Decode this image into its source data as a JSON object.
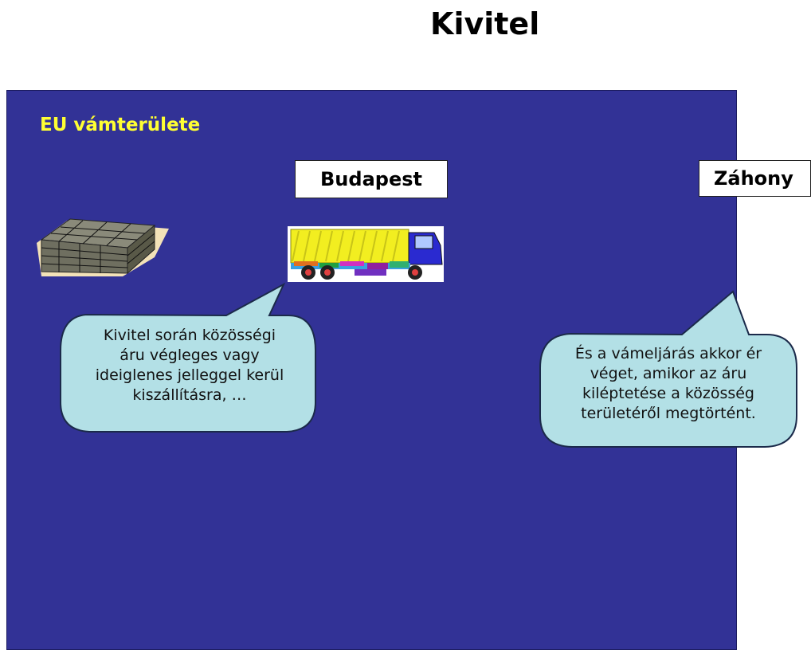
{
  "title": "Kivitel",
  "region": {
    "label": "EU vámterülete",
    "color": "#323296"
  },
  "places": {
    "origin": "Budapest",
    "border": "Záhony"
  },
  "bubbles": {
    "left": {
      "line1": "Kivitel során közösségi",
      "line2": "áru végleges vagy",
      "line3": "ideiglenes jelleggel kerül",
      "line4": "kiszállításra, …"
    },
    "right": {
      "line1": "És a vámeljárás akkor ér",
      "line2": "véget, amikor az áru",
      "line3": "kiléptetése a közösség",
      "line4": "területéről megtörtént."
    },
    "fill": "#b3e0e6"
  },
  "icons": {
    "goods": "wooden-pallet-icon",
    "vehicle": "truck-icon"
  }
}
